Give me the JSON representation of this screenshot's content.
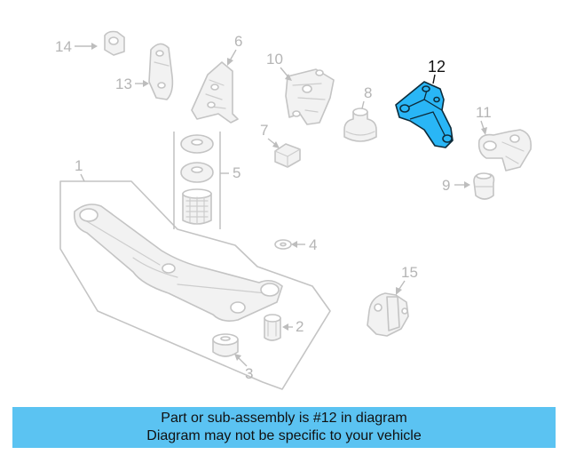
{
  "diagram": {
    "highlighted_part": "12",
    "callouts": [
      "1",
      "2",
      "3",
      "4",
      "5",
      "6",
      "7",
      "8",
      "9",
      "10",
      "11",
      "12",
      "13",
      "14",
      "15"
    ],
    "colors": {
      "highlight": "#29b6f6",
      "banner": "#5bc3f2",
      "outline": "#c4c4c4"
    }
  },
  "banner": {
    "line1": "Part or sub-assembly is #12 in diagram",
    "line2": "Diagram may not be specific to your vehicle"
  }
}
